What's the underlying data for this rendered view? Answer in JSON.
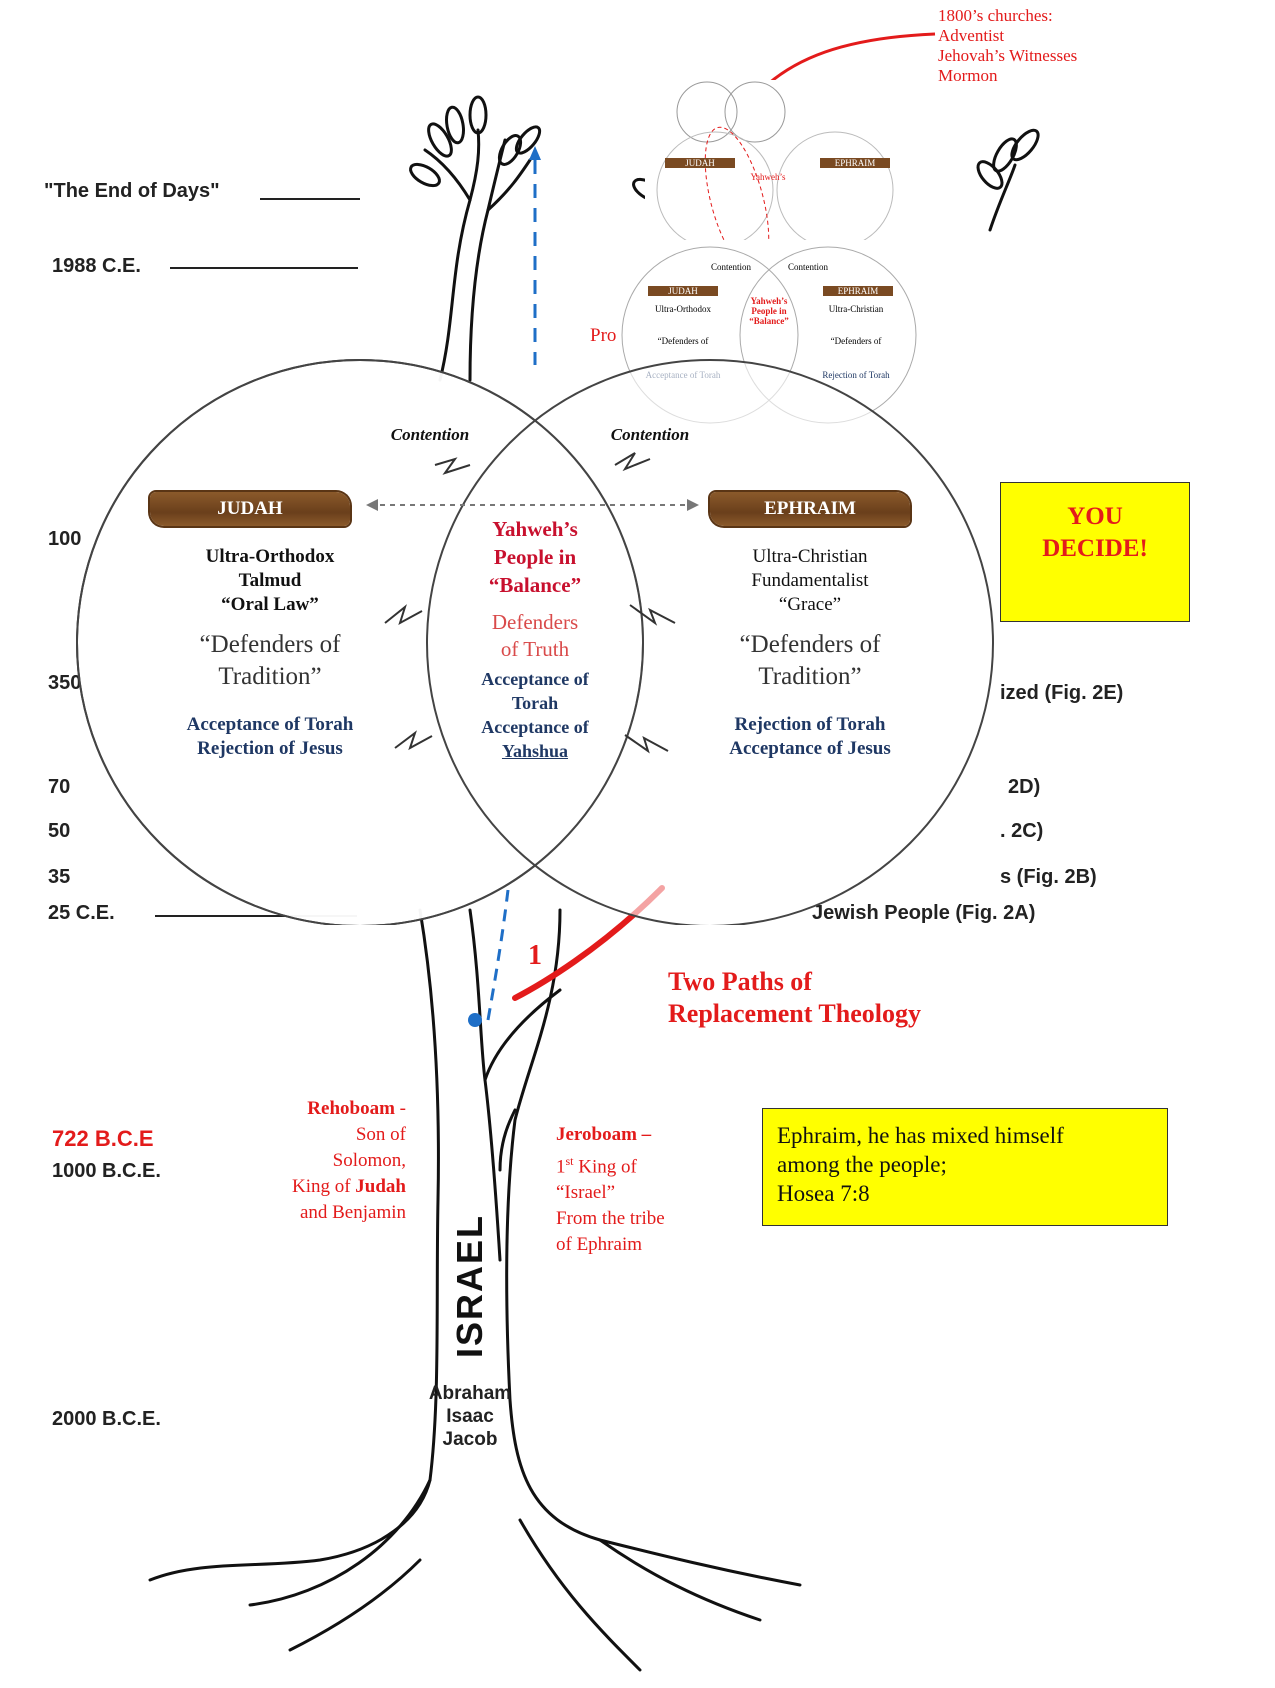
{
  "timeline": {
    "end_of_days": "\"The End of Days\"",
    "c1988": "1988 C.E.",
    "p100": "100",
    "p350": "350",
    "p70": "70",
    "p50": "50",
    "p35": "35",
    "c25": "25 C.E.",
    "b722": "722 B.C.E",
    "b1000": "1000 B.C.E.",
    "b2000": "2000 B.C.E."
  },
  "right_labels": {
    "fig2e": "ized (Fig. 2E)",
    "fig2d": "2D)",
    "fig2c": ". 2C)",
    "fig2b": "s (Fig. 2B)",
    "fig2a": "Jewish People (Fig. 2A)"
  },
  "churches_note": {
    "line1": "1800’s churches:",
    "line2": "Adventist",
    "line3": "Jehovah’s Witnesses",
    "line4": "Mormon"
  },
  "partial_label": "Pro",
  "venn": {
    "contention_left": "Contention",
    "contention_right": "Contention",
    "judah": {
      "banner": "JUDAH",
      "line1": "Ultra-Orthodox",
      "line2": "Talmud",
      "line3": "“Oral Law”",
      "line4": "“Defenders of",
      "line5": "Tradition”",
      "line6": "Acceptance of Torah",
      "line7": "Rejection of Jesus"
    },
    "center": {
      "line1": "Yahweh’s",
      "line2": "People in",
      "line3": "“Balance”",
      "line4": "Defenders",
      "line5": "of Truth",
      "line6": "Acceptance of",
      "line7": "Torah",
      "line8": "Acceptance of",
      "line9": "Yahshua"
    },
    "ephraim": {
      "banner": "EPHRAIM",
      "line1": "Ultra-Christian",
      "line2": "Fundamentalist",
      "line3": "“Grace”",
      "line4": "“Defenders of",
      "line5": "Tradition”",
      "line6": "Rejection of Torah",
      "line7": "Acceptance of Jesus"
    }
  },
  "you_decide": {
    "line1": "YOU",
    "line2": "DECIDE!"
  },
  "path_number": "1",
  "two_paths": {
    "line1": "Two Paths of",
    "line2": "Replacement Theology"
  },
  "rehoboam": {
    "name": "Rehoboam",
    "dash": " -",
    "line2": "Son of",
    "line3": "Solomon,",
    "line4_pre": "King of ",
    "line4_bold": "Judah",
    "line5": "and Benjamin"
  },
  "jeroboam": {
    "name": "Jeroboam –",
    "line2_num": "1",
    "line2_sup": "st",
    "line2_rest": " King of",
    "line3": "“Israel”",
    "line4": "From the tribe",
    "line5": "of Ephraim"
  },
  "hosea": {
    "line1": "Ephraim, he has mixed himself",
    "line2": "among the people;",
    "line3": "Hosea 7:8"
  },
  "trunk": {
    "israel": "ISRAEL",
    "abraham": "Abraham",
    "isaac": "Isaac",
    "jacob": "Jacob"
  },
  "colors": {
    "red": "#e31b1b",
    "navy": "#1f3864",
    "yellow": "#ffff00",
    "blue_dash": "#1f6fc7",
    "wood": "#6a3f1b"
  }
}
